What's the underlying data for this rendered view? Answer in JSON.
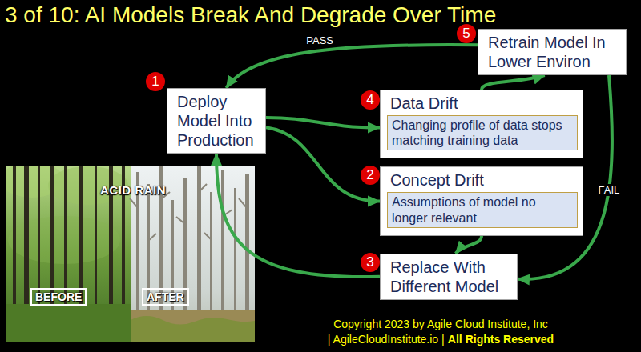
{
  "diagram": {
    "title": "3 of 10: AI Models Break And Degrade Over Time",
    "nodes": [
      {
        "text": [
          "Retrain Model In Lower Environ"
        ]
      },
      {
        "text": [
          "Deploy Model Into Production"
        ]
      },
      {
        "text": [
          "Data Drift"
        ]
      },
      {
        "text": [
          "Changing profile of data stops matching training data"
        ],
        "in": 2
      },
      {
        "text": [
          "Concept Drift"
        ]
      },
      {
        "text": [
          "Assumptions of model no longer relevant"
        ],
        "in": 4
      },
      {
        "text": [
          "Replace With Different Model"
        ]
      }
    ],
    "edges": [
      {
        "from": 1,
        "to": 2,
        "arrow": "to"
      },
      {
        "from": 1,
        "to": 4,
        "arrow": "to"
      },
      {
        "from": 2,
        "to": 0,
        "arrow": "to"
      },
      {
        "from": 0,
        "to": 1,
        "label": "PASS",
        "arrow": "to"
      },
      {
        "from": 0,
        "to": 6,
        "label": "FAIL",
        "arrow": "to"
      },
      {
        "from": 4,
        "to": 6,
        "arrow": "to"
      },
      {
        "from": 6,
        "to": 1,
        "arrow": "to"
      }
    ],
    "labels": [
      "1",
      "5",
      "4",
      "2",
      "3",
      "ACID RAIN",
      "BEFORE",
      "AFTER",
      "Copyright 2023 by Agile Cloud Institute, Inc",
      "| AgileCloudInstitute.io |",
      "All Rights Reserved"
    ]
  }
}
